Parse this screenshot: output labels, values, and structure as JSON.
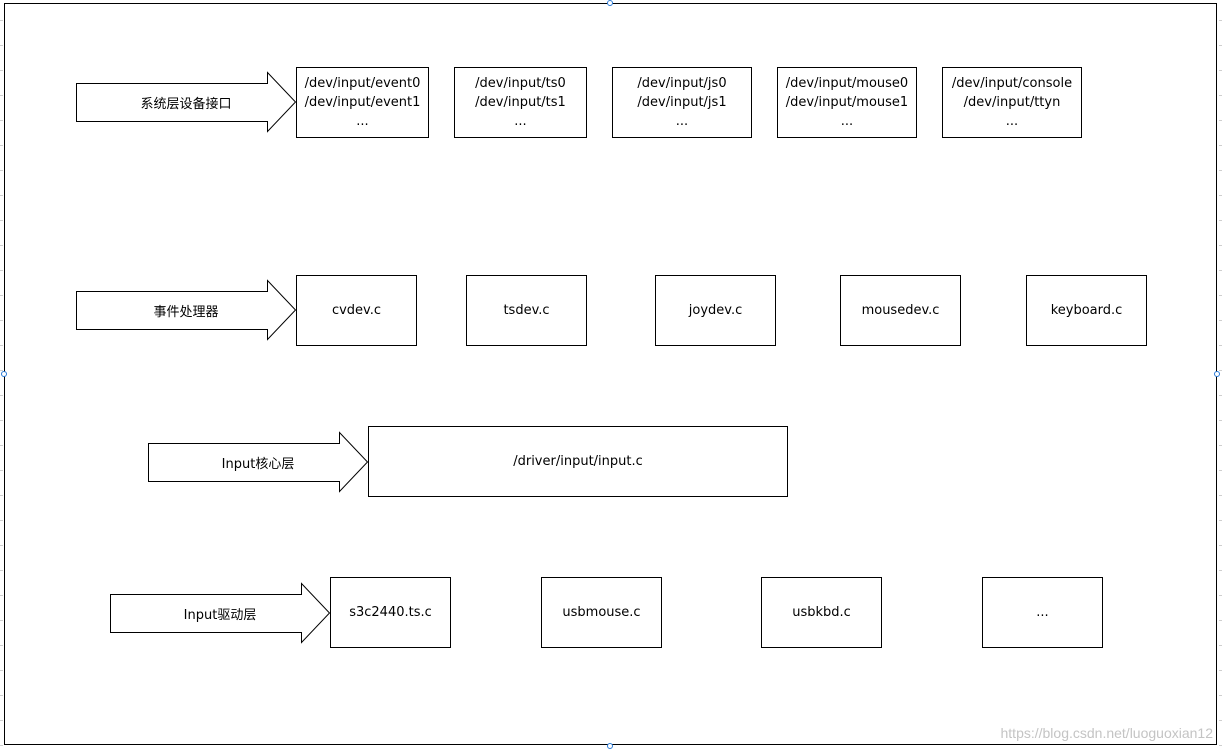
{
  "layers": [
    {
      "label": "系统层设备接口",
      "boxes": [
        {
          "lines": [
            "/dev/input/event0",
            "/dev/input/event1",
            "..."
          ]
        },
        {
          "lines": [
            "/dev/input/ts0",
            "/dev/input/ts1",
            "..."
          ]
        },
        {
          "lines": [
            "/dev/input/js0",
            "/dev/input/js1",
            "..."
          ]
        },
        {
          "lines": [
            "/dev/input/mouse0",
            "/dev/input/mouse1",
            "..."
          ]
        },
        {
          "lines": [
            "/dev/input/console",
            "/dev/input/ttyn",
            "..."
          ]
        }
      ]
    },
    {
      "label": "事件处理器",
      "boxes": [
        {
          "lines": [
            "cvdev.c"
          ]
        },
        {
          "lines": [
            "tsdev.c"
          ]
        },
        {
          "lines": [
            "joydev.c"
          ]
        },
        {
          "lines": [
            "mousedev.c"
          ]
        },
        {
          "lines": [
            "keyboard.c"
          ]
        }
      ]
    },
    {
      "label": "Input核心层",
      "boxes": [
        {
          "lines": [
            "/driver/input/input.c"
          ]
        }
      ]
    },
    {
      "label": "Input驱动层",
      "boxes": [
        {
          "lines": [
            "s3c2440.ts.c"
          ]
        },
        {
          "lines": [
            "usbmouse.c"
          ]
        },
        {
          "lines": [
            "usbkbd.c"
          ]
        },
        {
          "lines": [
            "..."
          ]
        }
      ]
    }
  ],
  "watermark": "https://blog.csdn.net/luoguoxian12"
}
